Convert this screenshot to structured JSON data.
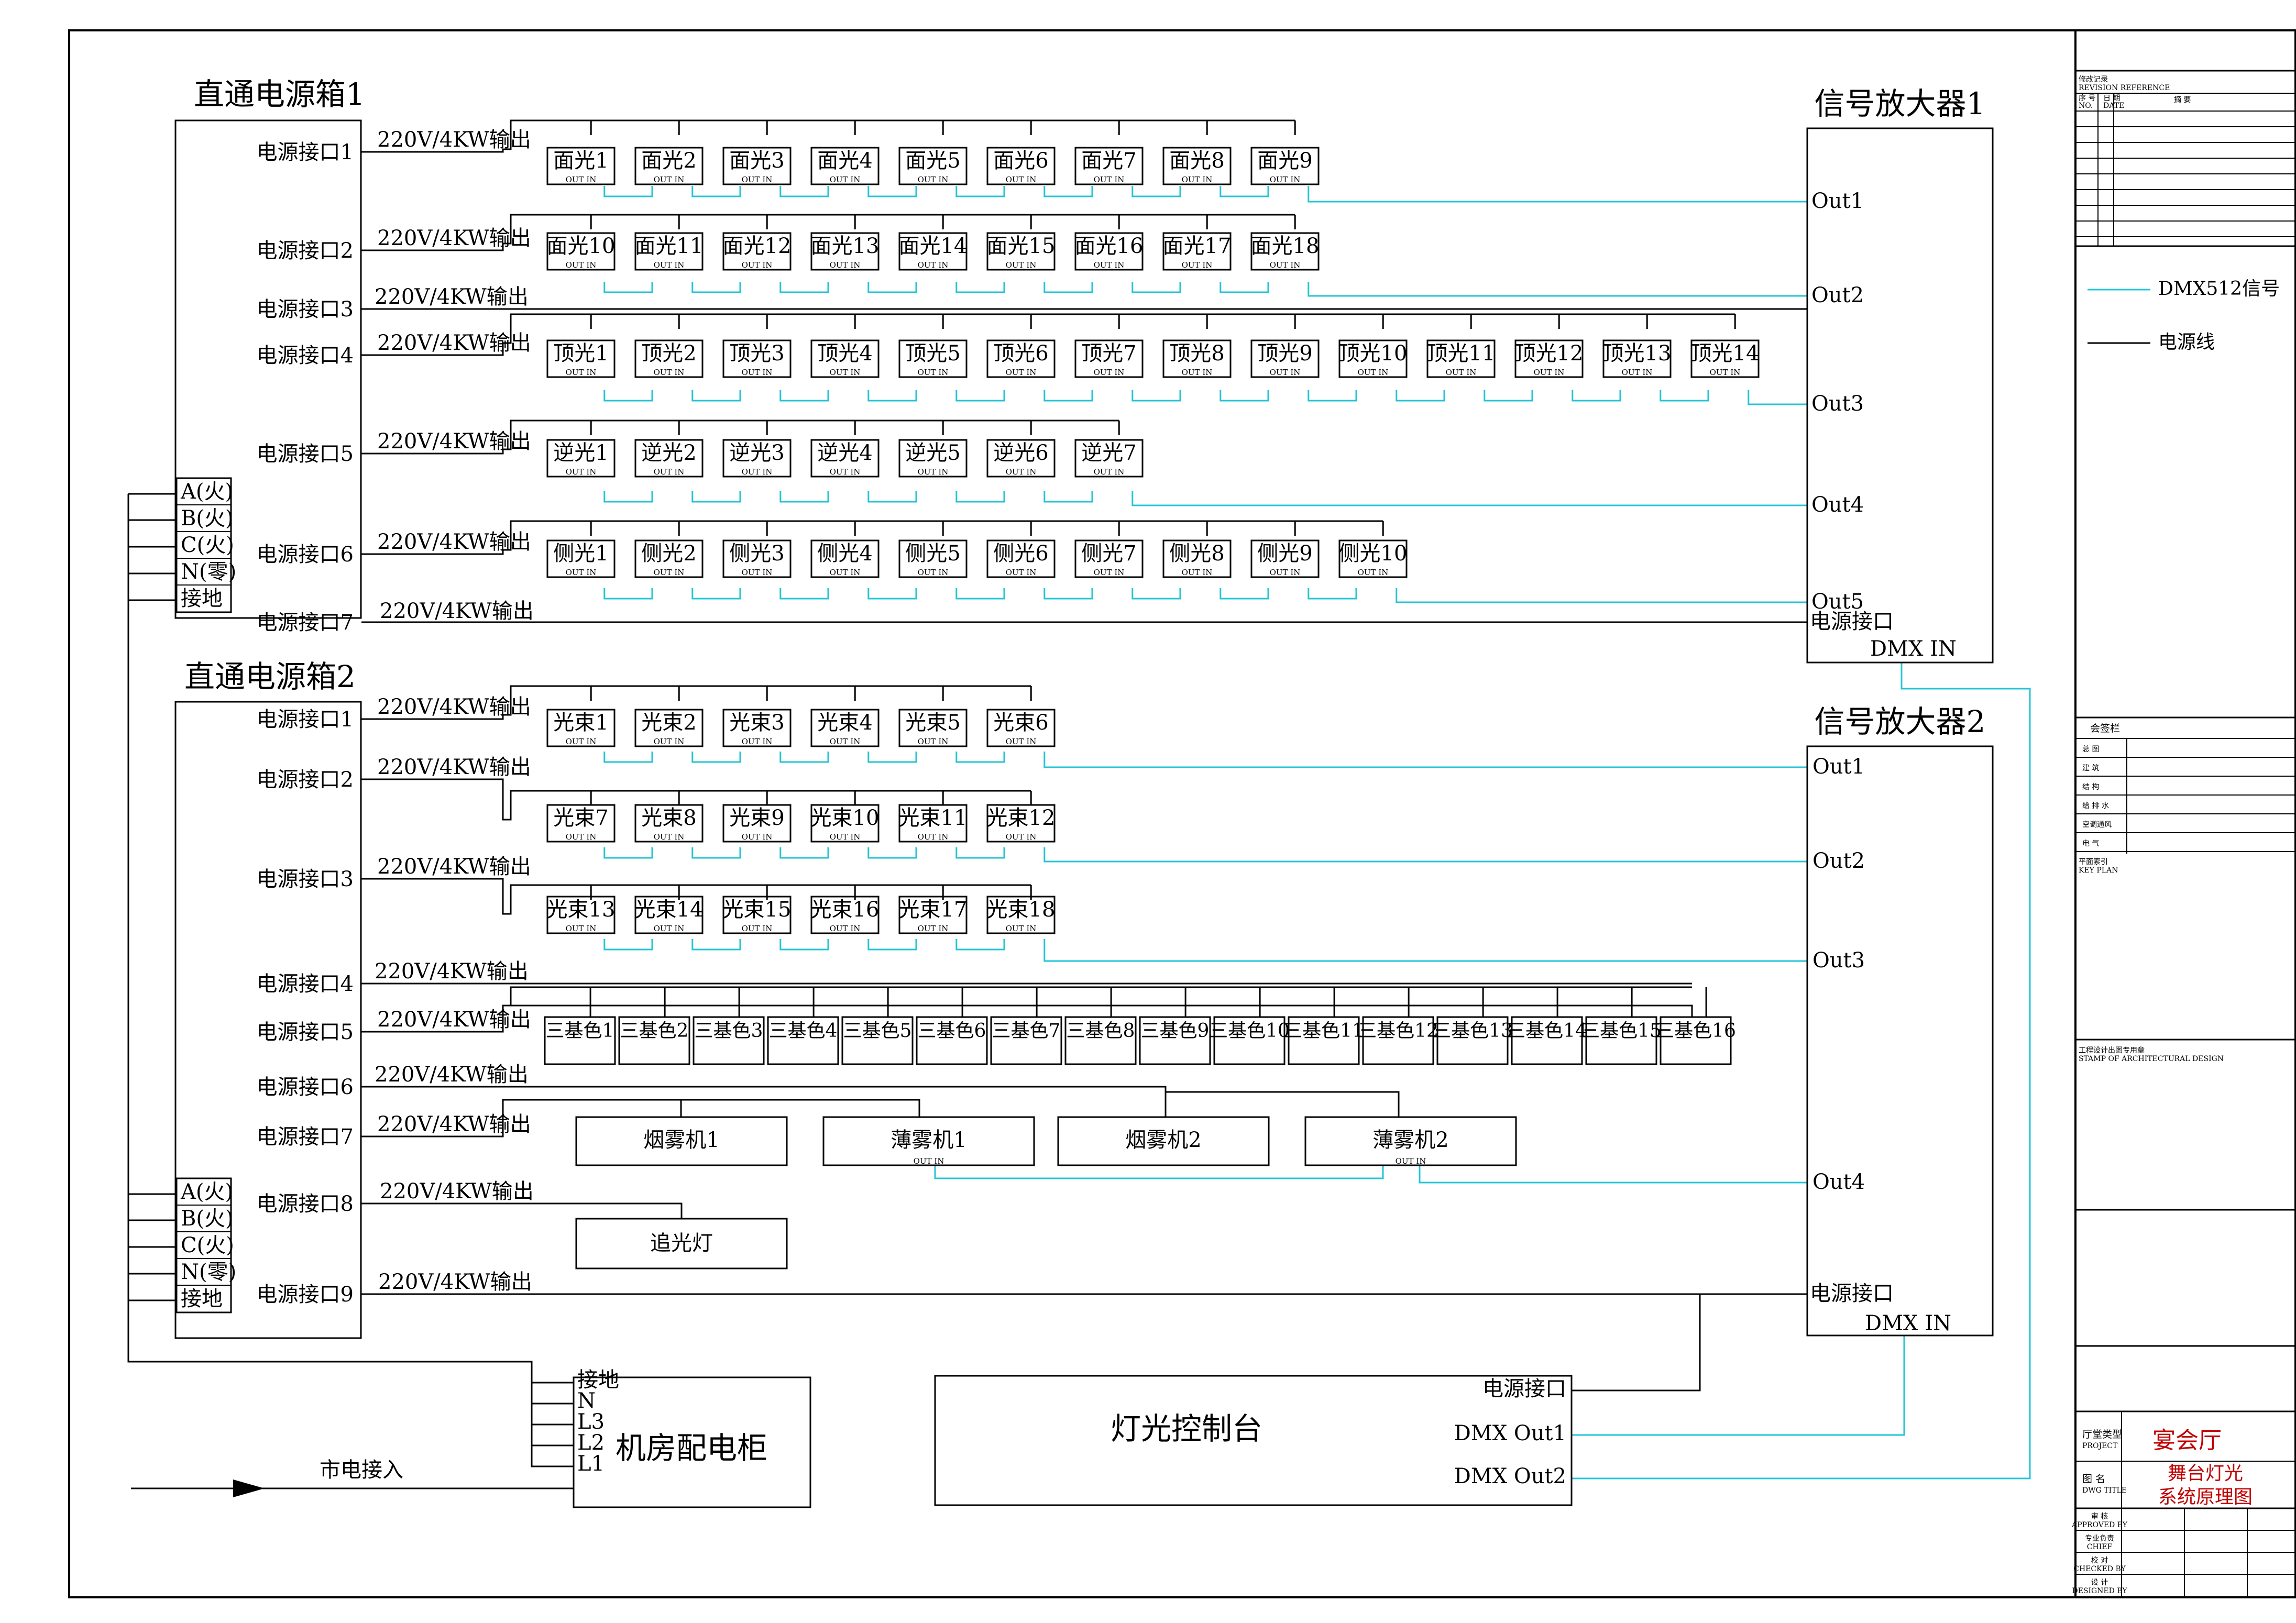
{
  "box1": {
    "title": "直通电源箱1",
    "ports": [
      "电源接口1",
      "电源接口2",
      "电源接口3",
      "电源接口4",
      "电源接口5",
      "电源接口6",
      "电源接口7"
    ]
  },
  "box2": {
    "title": "直通电源箱2",
    "ports": [
      "电源接口1",
      "电源接口2",
      "电源接口3",
      "电源接口4",
      "电源接口5",
      "电源接口6",
      "电源接口7",
      "电源接口8",
      "电源接口9"
    ]
  },
  "phase_labels": [
    "A(火)",
    "B(火)",
    "C(火)",
    "N(零)",
    "接地"
  ],
  "output_label": "220V/4KW输出",
  "amp1": {
    "title": "信号放大器1",
    "outs": [
      "Out1",
      "Out2",
      "Out3",
      "Out4",
      "Out5"
    ],
    "power": "电源接口",
    "dmx_in": "DMX  IN"
  },
  "amp2": {
    "title": "信号放大器2",
    "outs": [
      "Out1",
      "Out2",
      "Out3",
      "Out4"
    ],
    "power": "电源接口",
    "dmx_in": "DMX  IN"
  },
  "face_lights_a": [
    "面光1",
    "面光2",
    "面光3",
    "面光4",
    "面光5",
    "面光6",
    "面光7",
    "面光8",
    "面光9"
  ],
  "face_lights_b": [
    "面光10",
    "面光11",
    "面光12",
    "面光13",
    "面光14",
    "面光15",
    "面光16",
    "面光17",
    "面光18"
  ],
  "top_lights": [
    "顶光1",
    "顶光2",
    "顶光3",
    "顶光4",
    "顶光5",
    "顶光6",
    "顶光7",
    "顶光8",
    "顶光9",
    "顶光10",
    "顶光11",
    "顶光12",
    "顶光13",
    "顶光14"
  ],
  "back_lights": [
    "逆光1",
    "逆光2",
    "逆光3",
    "逆光4",
    "逆光5",
    "逆光6",
    "逆光7"
  ],
  "side_lights": [
    "侧光1",
    "侧光2",
    "侧光3",
    "侧光4",
    "侧光5",
    "侧光6",
    "侧光7",
    "侧光8",
    "侧光9",
    "侧光10"
  ],
  "beam_a": [
    "光束1",
    "光束2",
    "光束3",
    "光束4",
    "光束5",
    "光束6"
  ],
  "beam_b": [
    "光束7",
    "光束8",
    "光束9",
    "光束10",
    "光束11",
    "光束12"
  ],
  "beam_c": [
    "光束13",
    "光束14",
    "光束15",
    "光束16",
    "光束17",
    "光束18"
  ],
  "rgb_lights": [
    "三基色1",
    "三基色2",
    "三基色3",
    "三基色4",
    "三基色5",
    "三基色6",
    "三基色7",
    "三基色8",
    "三基色9",
    "三基色10",
    "三基色11",
    "三基色12",
    "三基色13",
    "三基色14",
    "三基色15",
    "三基色16"
  ],
  "effects": [
    "烟雾机1",
    "薄雾机1",
    "烟雾机2",
    "薄雾机2"
  ],
  "follow_spot": "追光灯",
  "fixture_ports": "OUT  IN",
  "cabinet": {
    "title": "机房配电柜",
    "terminals": [
      "接地",
      "N",
      "L3",
      "L2",
      "L1"
    ]
  },
  "mains_label": "市电接入",
  "console": {
    "title": "灯光控制台",
    "ports": [
      "电源接口",
      "DMX Out1",
      "DMX Out2"
    ]
  },
  "legend": {
    "dmx": "DMX512信号",
    "power": "电源线"
  },
  "title_block": {
    "revision_header": "修改记录",
    "revision_header_en": "REVISION REFERENCE",
    "rev_no": "序 号",
    "rev_no_en": "NO.",
    "rev_date": "日 期",
    "rev_date_en": "DATE",
    "rev_desc": "摘  要",
    "sign_header": "会签栏",
    "disciplines": [
      "总  图",
      "建  筑",
      "结  构",
      "给 排 水",
      "空调通风",
      "电  气"
    ],
    "key_plan": "平面索引",
    "key_plan_en": "KEY PLAN",
    "stamp": "工程设计出图专用章",
    "stamp_en": "STAMP OF ARCHITECTURAL DESIGN",
    "project_label": "厅堂类型",
    "project_label_en": "PROJECT",
    "project": "宴会厅",
    "drawing_label": "图  名",
    "drawing_label_en": "DWG TITLE",
    "drawing_line1": "舞台灯光",
    "drawing_line2": "系统原理图",
    "roles": [
      {
        "cn": "审  核",
        "en": "APPROVED BY"
      },
      {
        "cn": "专业负责",
        "en": "CHIEF"
      },
      {
        "cn": "校  对",
        "en": "CHECKED BY"
      },
      {
        "cn": "设  计",
        "en": "DESIGNED BY"
      }
    ]
  }
}
